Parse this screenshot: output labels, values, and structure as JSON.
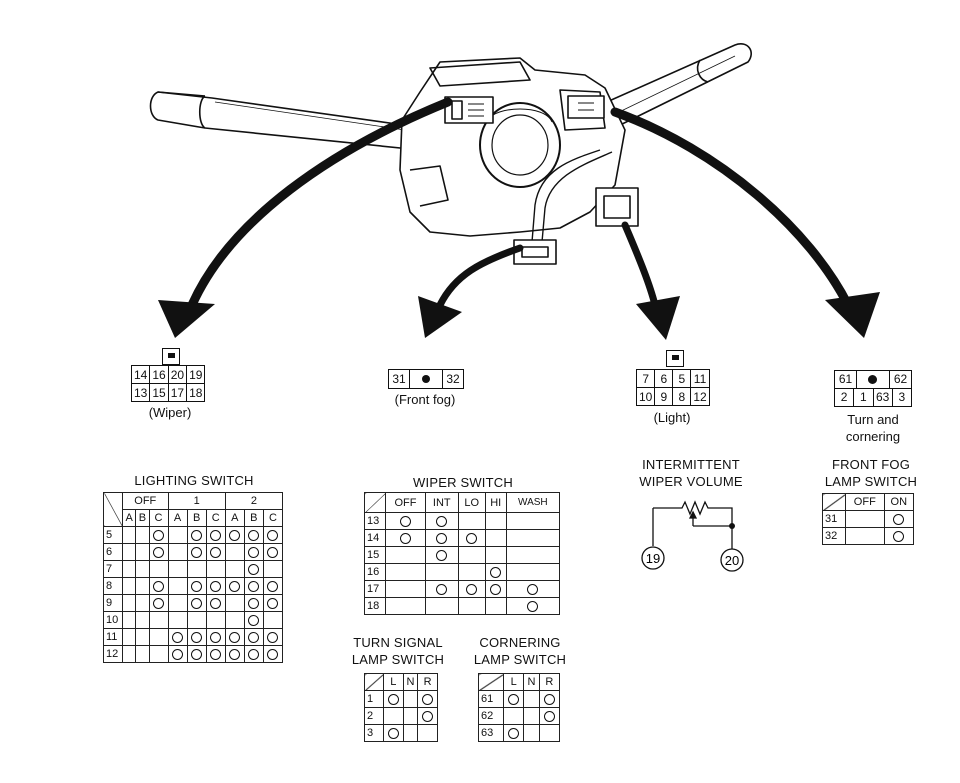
{
  "connectors": {
    "wiper": {
      "rows": [
        [
          "14",
          "16",
          "20",
          "19"
        ],
        [
          "13",
          "15",
          "17",
          "18"
        ]
      ],
      "caption": "(Wiper)"
    },
    "front_fog": {
      "pins": [
        "31",
        "32"
      ],
      "caption": "(Front fog)"
    },
    "light": {
      "rows": [
        [
          "7",
          "6",
          "5",
          "11"
        ],
        [
          "10",
          "9",
          "8",
          "12"
        ]
      ],
      "caption": "(Light)"
    },
    "turn": {
      "rows": [
        [
          "61",
          "",
          "62"
        ],
        [
          "2",
          "1",
          "63",
          "3"
        ]
      ],
      "caption_lines": [
        "Turn and",
        "cornering"
      ]
    }
  },
  "lighting_switch": {
    "title": "LIGHTING SWITCH",
    "groups": [
      "OFF",
      "1",
      "2"
    ],
    "sub": [
      "A",
      "B",
      "C",
      "A",
      "B",
      "C",
      "A",
      "B",
      "C"
    ],
    "pins": [
      "5",
      "6",
      "7",
      "8",
      "9",
      "10",
      "11",
      "12"
    ]
  },
  "wiper_switch": {
    "title": "WIPER SWITCH",
    "cols": [
      "OFF",
      "INT",
      "LO",
      "HI",
      "WASH"
    ],
    "pins": [
      "13",
      "14",
      "15",
      "16",
      "17",
      "18"
    ]
  },
  "intermittent": {
    "title_lines": [
      "INTERMITTENT",
      "WIPER VOLUME"
    ],
    "terminals": [
      "19",
      "20"
    ]
  },
  "front_fog_switch": {
    "title_lines": [
      "FRONT FOG",
      "LAMP SWITCH"
    ],
    "cols": [
      "OFF",
      "ON"
    ],
    "pins": [
      "31",
      "32"
    ]
  },
  "turn_signal": {
    "title_lines": [
      "TURN SIGNAL",
      "LAMP SWITCH"
    ],
    "cols": [
      "L",
      "N",
      "R"
    ],
    "pins": [
      "1",
      "2",
      "3"
    ]
  },
  "cornering": {
    "title_lines": [
      "CORNERING",
      "LAMP SWITCH"
    ],
    "cols": [
      "L",
      "N",
      "R"
    ],
    "pins": [
      "61",
      "62",
      "63"
    ]
  }
}
